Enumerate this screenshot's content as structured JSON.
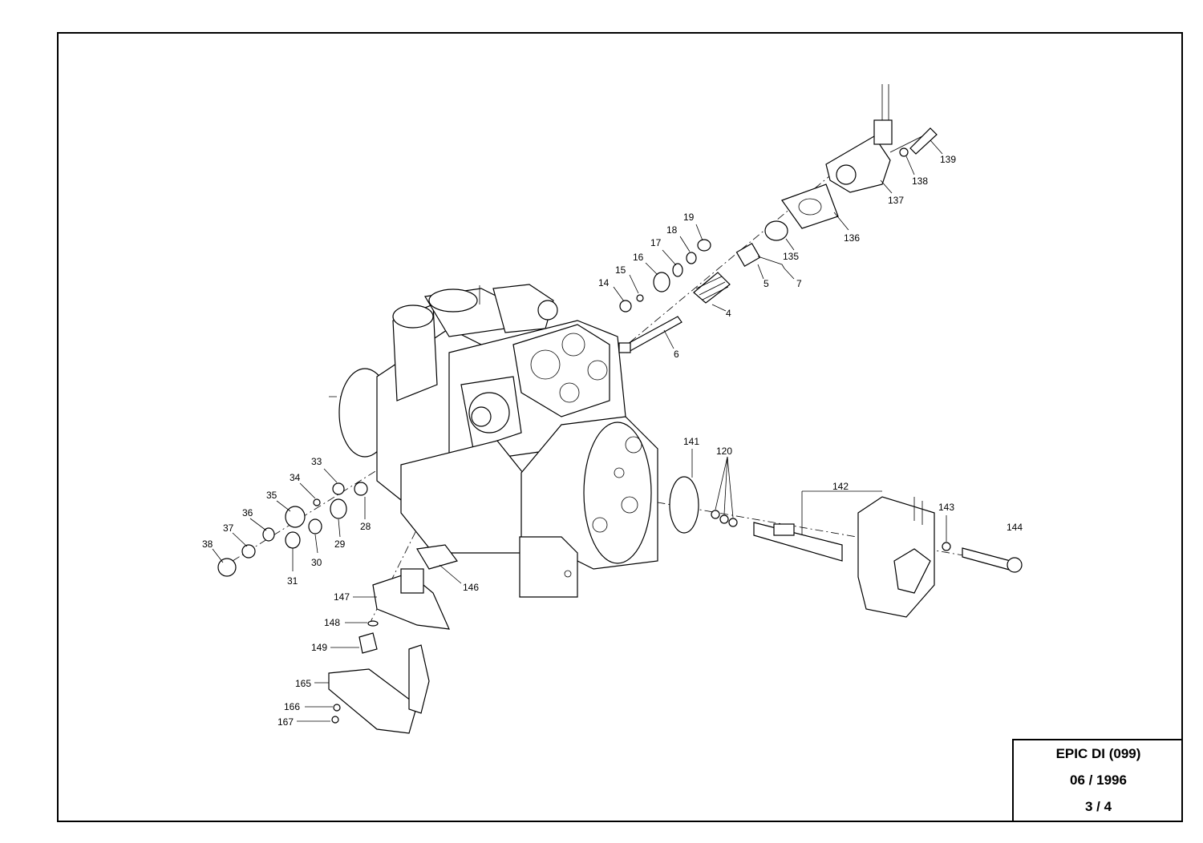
{
  "title_block": {
    "model": "EPIC DI (099)",
    "date": "06 / 1996",
    "sheet": "3 / 4"
  },
  "callouts": [
    "4",
    "5",
    "6",
    "7",
    "14",
    "15",
    "16",
    "17",
    "18",
    "19",
    "28",
    "29",
    "30",
    "31",
    "33",
    "34",
    "35",
    "36",
    "37",
    "38",
    "120",
    "135",
    "136",
    "137",
    "138",
    "139",
    "141",
    "142",
    "143",
    "144",
    "146",
    "147",
    "148",
    "149",
    "165",
    "166",
    "167"
  ]
}
